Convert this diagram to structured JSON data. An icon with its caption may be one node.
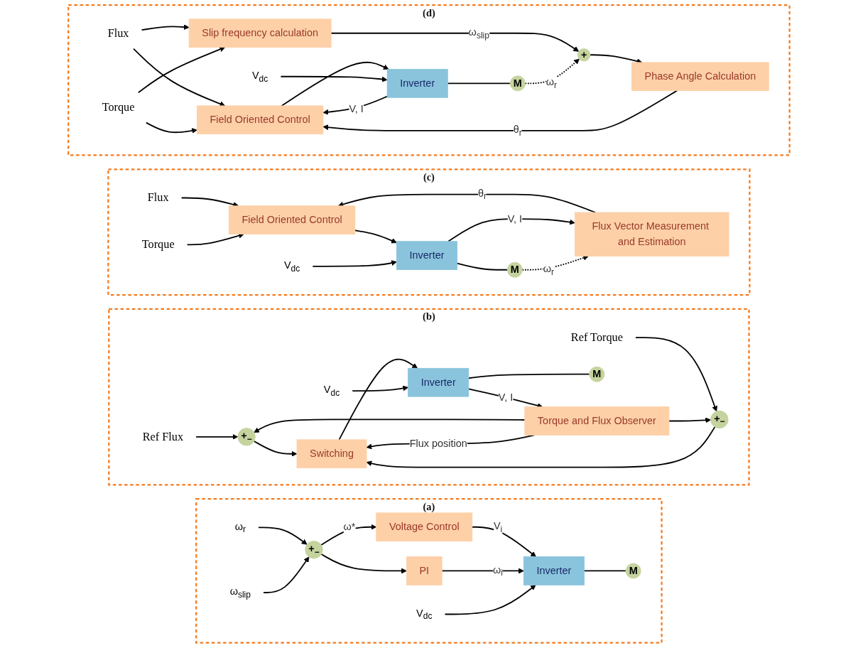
{
  "diagram": {
    "nodes": [
      {
        "text": [
          "(a)"
        ]
      },
      {
        "text": [
          "ω$_{r}$"
        ],
        "in": 0
      },
      {
        "text": [
          "+$_{−}$"
        ],
        "in": 0
      },
      {
        "text": [
          "ω$_{slip}$"
        ],
        "in": 0
      },
      {
        "text": [
          "Voltage Control"
        ],
        "in": 0
      },
      {
        "text": [
          "PI"
        ],
        "in": 0
      },
      {
        "text": [
          "V$_{dc}$"
        ],
        "in": 0
      },
      {
        "text": [
          "Inverter"
        ],
        "in": 0
      },
      {
        "text": [
          "M"
        ],
        "in": 0
      },
      {
        "text": [
          "(b)"
        ]
      },
      {
        "text": [
          "Ref Flux"
        ],
        "in": 9
      },
      {
        "text": [
          "Ref Torque"
        ],
        "in": 9
      },
      {
        "text": [
          "+$_{−}$"
        ],
        "in": 9
      },
      {
        "text": [
          "+$_{−}$"
        ],
        "in": 9
      },
      {
        "text": [
          "Switching"
        ],
        "in": 9
      },
      {
        "text": [
          "V$_{dc}$"
        ],
        "in": 9
      },
      {
        "text": [
          "Inverter"
        ],
        "in": 9
      },
      {
        "text": [
          "Torque and Flux Observer"
        ],
        "in": 9
      },
      {
        "text": [
          "M"
        ],
        "in": 9
      },
      {
        "text": [
          "(c)"
        ]
      },
      {
        "text": [
          "Flux"
        ],
        "in": 19
      },
      {
        "text": [
          "Torque"
        ],
        "in": 19
      },
      {
        "text": [
          "Field Oriented Control"
        ],
        "in": 19
      },
      {
        "text": [
          "V$_{dc}$"
        ],
        "in": 19
      },
      {
        "text": [
          "Inverter"
        ],
        "in": 19
      },
      {
        "text": [
          "Flux Vector Measurement and Estimation"
        ],
        "in": 19
      },
      {
        "text": [
          "M"
        ],
        "in": 19
      },
      {
        "text": [
          "(d)"
        ]
      },
      {
        "text": [
          "Flux"
        ],
        "in": 27
      },
      {
        "text": [
          "Torque"
        ],
        "in": 27
      },
      {
        "text": [
          "Field Oriented Control"
        ],
        "in": 27
      },
      {
        "text": [
          "V$_{dc}$"
        ],
        "in": 27
      },
      {
        "text": [
          "Inverter"
        ],
        "in": 27
      },
      {
        "text": [
          "Slip frequency calculation"
        ],
        "in": 27
      },
      {
        "text": [
          "Phase Angle Calculation"
        ],
        "in": 27
      },
      {
        "text": [
          "+"
        ],
        "in": 27
      },
      {
        "text": [
          "M"
        ],
        "in": 27
      }
    ],
    "edges": [
      {
        "from": 1,
        "to": 2,
        "arrow": "to"
      },
      {
        "from": 3,
        "to": 2,
        "arrow": "to"
      },
      {
        "from": 2,
        "to": 4,
        "arrow": "to",
        "label": "ω*"
      },
      {
        "from": 2,
        "to": 5,
        "arrow": "to"
      },
      {
        "from": 4,
        "to": 7,
        "arrow": "to",
        "label": "V$_{i}$"
      },
      {
        "from": 5,
        "to": 7,
        "arrow": "to",
        "label": "ω$_{i}$"
      },
      {
        "from": 6,
        "to": 7,
        "arrow": "to"
      },
      {
        "from": 7,
        "to": 8,
        "arrow": "none"
      },
      {
        "from": 10,
        "to": 12,
        "arrow": "to"
      },
      {
        "from": 11,
        "to": 13,
        "arrow": "to"
      },
      {
        "from": 12,
        "to": 14,
        "arrow": "to"
      },
      {
        "from": 13,
        "to": 14,
        "arrow": "to"
      },
      {
        "from": 14,
        "to": 16,
        "arrow": "to"
      },
      {
        "from": 15,
        "to": 16,
        "arrow": "to"
      },
      {
        "from": 16,
        "to": 18,
        "arrow": "none"
      },
      {
        "from": 16,
        "to": 17,
        "arrow": "to",
        "label": "V, I"
      },
      {
        "from": 17,
        "to": 12,
        "arrow": "to"
      },
      {
        "from": 17,
        "to": 13,
        "arrow": "to"
      },
      {
        "from": 17,
        "to": 14,
        "arrow": "to",
        "label": "Flux position"
      },
      {
        "from": 20,
        "to": 22,
        "arrow": "to"
      },
      {
        "from": 21,
        "to": 22,
        "arrow": "to"
      },
      {
        "from": 22,
        "to": 24,
        "arrow": "to"
      },
      {
        "from": 23,
        "to": 24,
        "arrow": "to"
      },
      {
        "from": 24,
        "to": 26,
        "arrow": "none"
      },
      {
        "from": 24,
        "to": 25,
        "arrow": "to",
        "label": "V, I"
      },
      {
        "from": 26,
        "to": 25,
        "arrow": "to",
        "label": "ω$_{r}$",
        "style": "dashed"
      },
      {
        "from": 25,
        "to": 22,
        "arrow": "to",
        "label": "θ$_{r}$"
      },
      {
        "from": 28,
        "to": 30,
        "arrow": "to"
      },
      {
        "from": 28,
        "to": 33,
        "arrow": "to"
      },
      {
        "from": 29,
        "to": 30,
        "arrow": "to"
      },
      {
        "from": 29,
        "to": 33,
        "arrow": "to"
      },
      {
        "from": 30,
        "to": 32,
        "arrow": "to"
      },
      {
        "from": 31,
        "to": 32,
        "arrow": "to"
      },
      {
        "from": 32,
        "to": 36,
        "arrow": "none"
      },
      {
        "from": 32,
        "to": 30,
        "arrow": "to",
        "label": "V, I"
      },
      {
        "from": 33,
        "to": 35,
        "arrow": "to",
        "label": "ω$_{slip}$"
      },
      {
        "from": 36,
        "to": 35,
        "arrow": "to",
        "label": "ω$_{r}$",
        "style": "dashed"
      },
      {
        "from": 35,
        "to": 34,
        "arrow": "to"
      },
      {
        "from": 34,
        "to": 30,
        "arrow": "to",
        "label": "θ$_{r}$"
      }
    ]
  }
}
